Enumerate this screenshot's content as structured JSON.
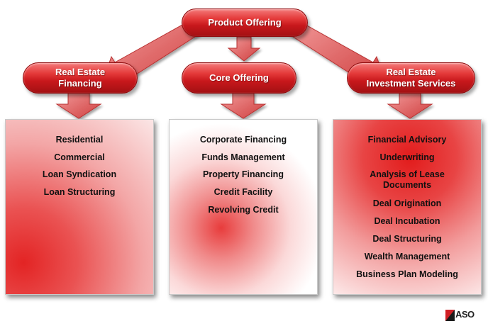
{
  "nodes": {
    "top": {
      "label": "Product Offering"
    },
    "left": {
      "label": "Real Estate\nFinancing"
    },
    "middle": {
      "label": "Core Offering"
    },
    "right": {
      "label": "Real Estate\nInvestment Services"
    }
  },
  "columns": {
    "left": {
      "items": [
        "Residential",
        "Commercial",
        "Loan Syndication",
        "Loan Structuring"
      ]
    },
    "middle": {
      "items": [
        "Corporate Financing",
        "Funds Management",
        "Property Financing",
        "Credit Facility",
        "Revolving Credit"
      ]
    },
    "right": {
      "items": [
        "Financial Advisory",
        "Underwriting",
        "Analysis of Lease\nDocuments",
        "Deal Origination",
        "Deal Incubation",
        "Deal Structuring",
        "Wealth Management",
        "Business Plan Modeling"
      ]
    }
  },
  "logo": {
    "text": "ASO"
  },
  "colors": {
    "accent": "#d01f24",
    "arrow": "#e06060",
    "text": "#111111"
  },
  "icons": [
    "down-arrow-icon",
    "diagonal-arrow-icon",
    "logo-mark-icon"
  ]
}
